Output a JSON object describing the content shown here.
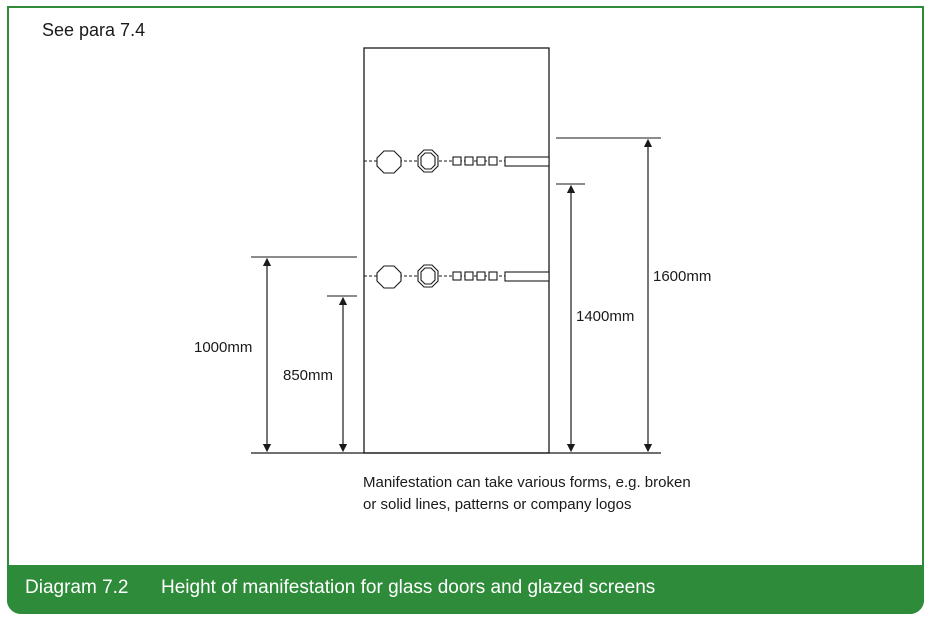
{
  "reference": "See para 7.4",
  "dimensions": {
    "d1000": "1000mm",
    "d850": "850mm",
    "d1400": "1400mm",
    "d1600": "1600mm"
  },
  "note": "Manifestation can take various forms, e.g. broken or solid lines, patterns or company logos",
  "caption": {
    "number": "Diagram 7.2",
    "title": "Height of manifestation for glass doors and glazed screens"
  },
  "colors": {
    "accent": "#2e8b3a",
    "line": "#1a1a1a"
  }
}
